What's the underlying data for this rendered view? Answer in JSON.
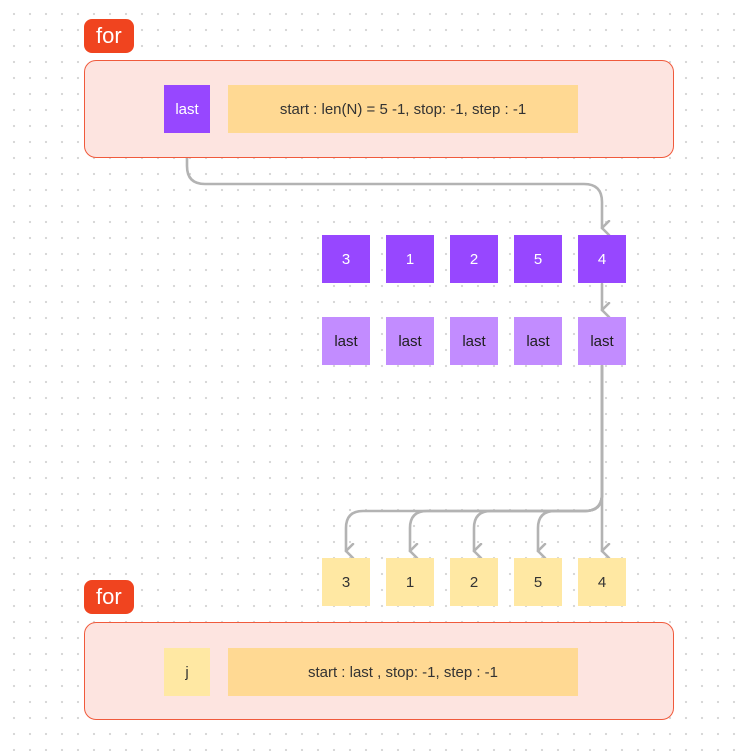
{
  "top_loop": {
    "keyword": "for",
    "variable": "last",
    "params": "start : len(N) = 5 -1, stop: -1, step : -1"
  },
  "array_values": [
    "3",
    "1",
    "2",
    "5",
    "4"
  ],
  "last_labels": [
    "last",
    "last",
    "last",
    "last",
    "last"
  ],
  "result_values": [
    "3",
    "1",
    "2",
    "5",
    "4"
  ],
  "bottom_loop": {
    "keyword": "for",
    "variable": "j",
    "params": "start : last , stop: -1, step : -1"
  },
  "colors": {
    "loop_tag": "#f0441f",
    "loop_background": "#fde4e0",
    "loop_border": "#f05a3c",
    "variable_purple": "#9747ff",
    "variable_light_purple": "#c28cff",
    "param_yellow": "#ffd993",
    "cell_yellow": "#ffe8a3",
    "arrow_gray": "#b3b3b3"
  }
}
